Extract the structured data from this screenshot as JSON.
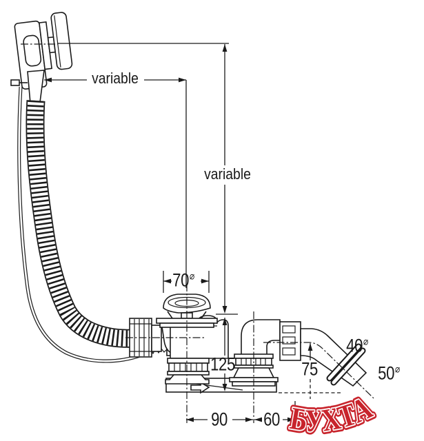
{
  "page": {
    "background": "#ffffff",
    "line_color": "#1a1a1a"
  },
  "watermark": {
    "text": "БУХТА",
    "color": "#c8242c",
    "outline": "#ffffff"
  },
  "dims": {
    "horizontal_span": "variable",
    "vertical_span": "variable",
    "plug_width": "70",
    "tee_height": "125",
    "outlet_height": "75",
    "pipe_run": "90",
    "outlet_offset": "60",
    "pipe_diameter": "40",
    "sleeve_diameter": "50",
    "diameter_symbol": "⌀"
  }
}
